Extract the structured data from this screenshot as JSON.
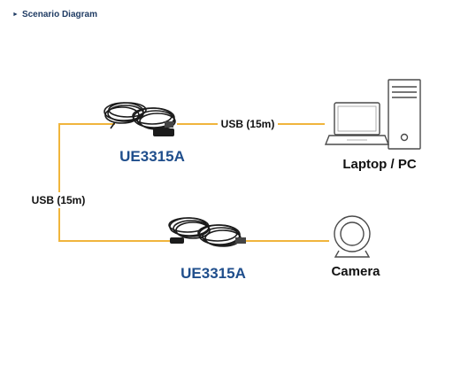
{
  "section": {
    "title": "Scenario Diagram"
  },
  "links": {
    "top_cable": "USB (15m)",
    "left_cable": "USB (15m)"
  },
  "products": [
    {
      "model": "UE3315A"
    },
    {
      "model": "UE3315A"
    }
  ],
  "devices": {
    "computer": "Laptop / PC",
    "camera": "Camera"
  },
  "colors": {
    "cable_line": "#f0b53c",
    "model_text": "#1f4e8c",
    "header_text": "#1f3b63",
    "device_text": "#111111"
  }
}
